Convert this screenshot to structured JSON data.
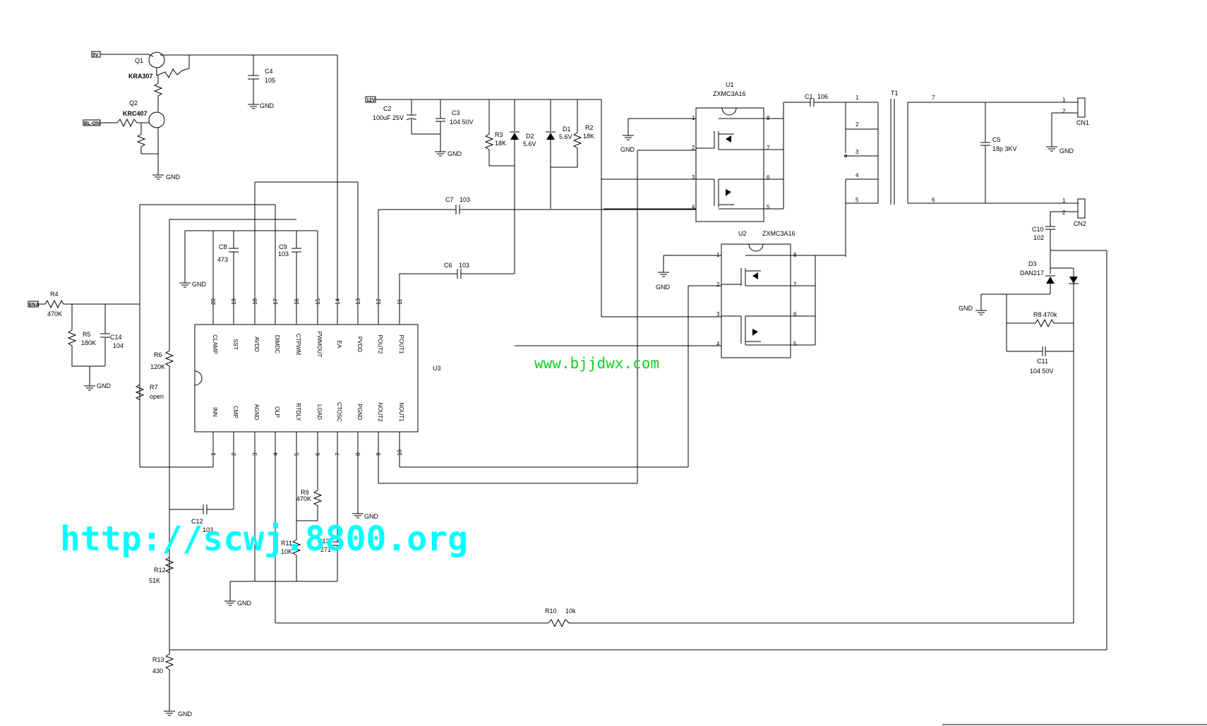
{
  "watermark": {
    "site_small": "www.bjjdwx.com",
    "site_large": "http://scwj.8800.org"
  },
  "ports": {
    "top": "5V",
    "bl_on": "BL-ON",
    "vin": "12V",
    "ena": "ENA"
  },
  "gnd": "GND",
  "components": {
    "Q1": {
      "ref": "Q1",
      "val": "KRA307"
    },
    "Q2": {
      "ref": "Q2",
      "val": "KRC407"
    },
    "C4": {
      "ref": "C4",
      "val": "105"
    },
    "C2": {
      "ref": "C2",
      "val": "100uF 25V"
    },
    "C3": {
      "ref": "C3",
      "val": "104 50V"
    },
    "R3": {
      "ref": "R3",
      "val": "18K"
    },
    "D2": {
      "ref": "D2",
      "val": "5.6V"
    },
    "D1": {
      "ref": "D1",
      "val": "5.6V"
    },
    "R2": {
      "ref": "R2",
      "val": "18K"
    },
    "U1": {
      "ref": "U1",
      "val": "ZXMC3A16"
    },
    "U2": {
      "ref": "U2",
      "val": "ZXMC3A16"
    },
    "C1": {
      "ref": "C1",
      "val": "106"
    },
    "T1": {
      "ref": "T1"
    },
    "C5": {
      "ref": "C5",
      "val": "18p 3KV"
    },
    "CN1": {
      "ref": "CN1"
    },
    "CN2": {
      "ref": "CN2"
    },
    "C10": {
      "ref": "C10",
      "val": "102"
    },
    "D3": {
      "ref": "D3",
      "val": "DAN217"
    },
    "R8": {
      "ref": "R8",
      "val": "470k"
    },
    "C11": {
      "ref": "C11",
      "val": "104 50V"
    },
    "C7": {
      "ref": "C7",
      "val": "103"
    },
    "C6": {
      "ref": "C6",
      "val": "103"
    },
    "C8": {
      "ref": "C8",
      "val": "473"
    },
    "C9": {
      "ref": "C9",
      "val": "103"
    },
    "R4": {
      "ref": "R4",
      "val": "470K"
    },
    "R5": {
      "ref": "R5",
      "val": "180K"
    },
    "C14": {
      "ref": "C14",
      "val": "104"
    },
    "R6": {
      "ref": "R6",
      "val": "120K"
    },
    "R7": {
      "ref": "R7",
      "val": "open"
    },
    "U3": {
      "ref": "U3"
    },
    "C12": {
      "ref": "C12",
      "val": "103"
    },
    "R9": {
      "ref": "R9",
      "val": "470K"
    },
    "R11": {
      "ref": "R11",
      "val": "10K"
    },
    "C13": {
      "ref": "C13",
      "val": "271"
    },
    "R12": {
      "ref": "R12",
      "val": "51K"
    },
    "R13": {
      "ref": "R13",
      "val": "430"
    },
    "R10": {
      "ref": "R10",
      "val": "10k"
    }
  },
  "u3_pins_top": [
    {
      "num": "20",
      "name": "CLAMP"
    },
    {
      "num": "19",
      "name": "SST"
    },
    {
      "num": "18",
      "name": "AVDD"
    },
    {
      "num": "17",
      "name": "DIMDC"
    },
    {
      "num": "16",
      "name": "CTPWM"
    },
    {
      "num": "15",
      "name": "PWMOUT"
    },
    {
      "num": "14",
      "name": "EA"
    },
    {
      "num": "13",
      "name": "PVDD"
    },
    {
      "num": "12",
      "name": "POUT2"
    },
    {
      "num": "11",
      "name": "POUT1"
    }
  ],
  "u3_pins_bottom": [
    {
      "num": "1",
      "name": "INN"
    },
    {
      "num": "2",
      "name": "CMP"
    },
    {
      "num": "3",
      "name": "AGND"
    },
    {
      "num": "4",
      "name": "OLP"
    },
    {
      "num": "5",
      "name": "RTDLY"
    },
    {
      "num": "6",
      "name": "LOAD"
    },
    {
      "num": "7",
      "name": "CTOSC"
    },
    {
      "num": "8",
      "name": "PGND"
    },
    {
      "num": "9",
      "name": "NOUT2"
    },
    {
      "num": "10",
      "name": "NOUT1"
    }
  ],
  "mos_pins": [
    "1",
    "2",
    "3",
    "4",
    "5",
    "6",
    "7",
    "8"
  ],
  "t1_pins": [
    "1",
    "2",
    "3",
    "4",
    "5",
    "7",
    "6"
  ],
  "cn_pins": [
    "1",
    "2"
  ]
}
